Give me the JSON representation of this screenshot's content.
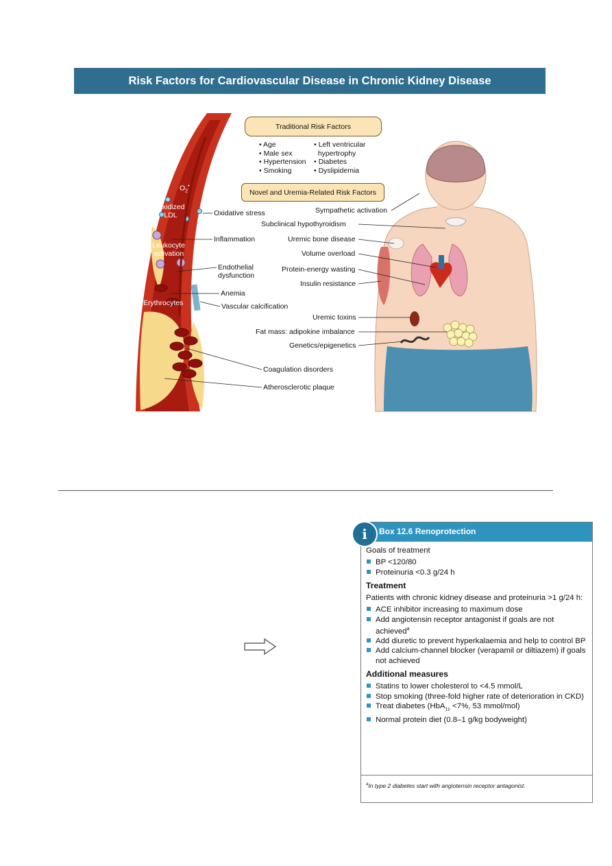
{
  "figure": {
    "title": "Risk Factors for Cardiovascular Disease in Chronic Kidney Disease",
    "traditional_header": "Traditional Risk Factors",
    "traditional_col1": [
      "• Age",
      "• Male sex",
      "• Hypertension",
      "• Smoking"
    ],
    "traditional_col2": [
      "• Left ventricular",
      "  hypertrophy",
      "• Diabetes",
      "• Dyslipidemia"
    ],
    "novel_header": "Novel and Uremia-Related Risk Factors",
    "vessel_labels": {
      "o2": "O",
      "o2_sub": "2",
      "o2_sup": "•",
      "oxidized_ldl": "Oxidized LDL",
      "leukocyte": "Leukocyte activation",
      "erythrocytes": "Erythrocytes"
    },
    "left_labels": {
      "oxidative_stress": "Oxidative stress",
      "inflammation": "Inflammation",
      "endothelial": "Endothelial dysfunction",
      "anemia": "Anemia",
      "vascular_calcification": "Vascular calcification",
      "coagulation": "Coagulation disorders",
      "atherosclerotic": "Atherosclerotic plaque"
    },
    "body_labels": {
      "sympathetic": "Sympathetic activation",
      "hypothyroidism": "Subclinical hypothyroidism",
      "uremic_bone": "Uremic bone disease",
      "volume_overload": "Volume overload",
      "protein_energy": "Protein-energy wasting",
      "insulin": "Insulin resistance",
      "uremic_toxins": "Uremic toxins",
      "fat_mass": "Fat mass: adipokine imbalance",
      "genetics": "Genetics/epigenetics"
    }
  },
  "box": {
    "icon": "i",
    "title": "Box 12.6  Renoprotection",
    "goals_label": "Goals of treatment",
    "goals": [
      "BP <120/80",
      "Proteinuria <0.3 g/24 h"
    ],
    "treatment_heading": "Treatment",
    "treatment_intro": "Patients with chronic kidney disease and proteinuria >1 g/24 h:",
    "treatment_items": [
      "ACE inhibitor increasing to maximum dose",
      "Add angiotensin receptor antagonist if goals are not achieved",
      "Add diuretic to prevent hyperkalaemia and help to control BP",
      "Add calcium-channel blocker (verapamil or diltiazem) if goals not achieved"
    ],
    "treatment_footnote_mark": "a",
    "additional_heading": "Additional measures",
    "additional_items": [
      "Statins to lower cholesterol to <4.5 mmol/L",
      "Stop smoking (three-fold higher rate of deterioration in CKD)",
      "Normal protein diet (0.8–1 g/kg bodyweight)"
    ],
    "diabetes_item_pre": "Treat diabetes (HbA",
    "diabetes_item_sub": "1c",
    "diabetes_item_post": " <7%, 53 mmol/mol)",
    "footnote_mark": "a",
    "footnote": "In type 2 diabetes start with angiotensin receptor antagonist."
  },
  "colors": {
    "banner": "#2f6e8f",
    "box_header": "#2d94bf",
    "artery": "#c8321e",
    "plaque": "#f6d98a",
    "skin": "#f6d6bf",
    "trousers": "#4c8fb1"
  }
}
